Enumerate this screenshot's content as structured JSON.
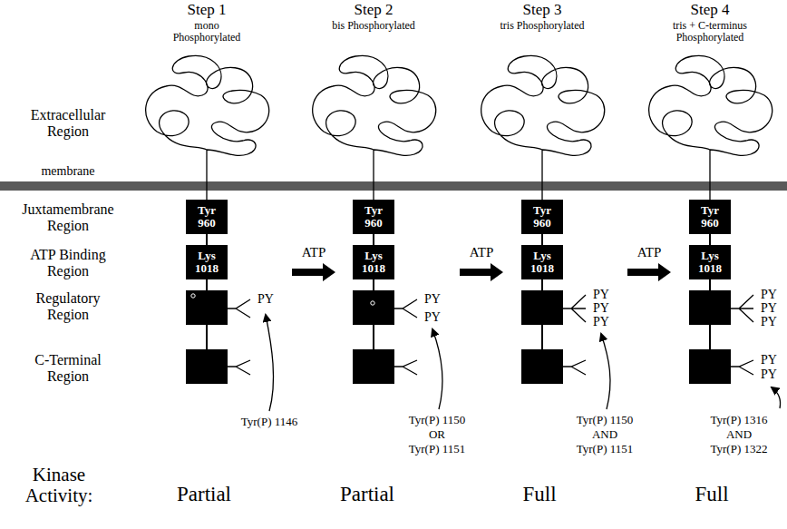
{
  "diagram": {
    "nodes": [
      {
        "text": [
          "Tyr 960"
        ]
      },
      {
        "text": [
          "Lys 1018"
        ]
      },
      {
        "text": [
          "Tyr 960"
        ]
      },
      {
        "text": [
          "Lys 1018"
        ]
      },
      {
        "text": [
          "Tyr 960"
        ]
      },
      {
        "text": [
          "Lys 1018"
        ]
      },
      {
        "text": [
          "Tyr 960"
        ]
      },
      {
        "text": [
          "Lys 1018"
        ]
      }
    ],
    "edges": [
      {
        "from": 0,
        "to": 1,
        "arrow": "none"
      },
      {
        "from": 2,
        "to": 3,
        "arrow": "none"
      },
      {
        "from": 4,
        "to": 5,
        "arrow": "none"
      },
      {
        "from": 6,
        "to": 7,
        "arrow": "none"
      }
    ],
    "labels": [
      "Step 1",
      "mono Phosphorylated",
      "Step 2",
      "bis Phosphorylated",
      "Step 3",
      "tris Phosphorylated",
      "Step 4",
      "tris + C-terminus Phosphorylated",
      "Extracellular Region",
      "membrane",
      "Juxtamembrane Region",
      "ATP Binding Region",
      "Regulatory Region",
      "C-Terminal Region",
      "ATP",
      "ATP",
      "ATP",
      "PY",
      "PY",
      "PY",
      "PY",
      "PY",
      "PY",
      "PY",
      "PY",
      "PY",
      "PY",
      "PY",
      "Tyr(P) 1146",
      "Tyr(P) 1150",
      "OR",
      "Tyr(P) 1151",
      "Tyr(P) 1150",
      "AND",
      "Tyr(P) 1151",
      "Tyr(P) 1316",
      "AND",
      "Tyr(P) 1322",
      "Kinase Activity:",
      "Partial",
      "Partial",
      "Full",
      "Full"
    ]
  }
}
